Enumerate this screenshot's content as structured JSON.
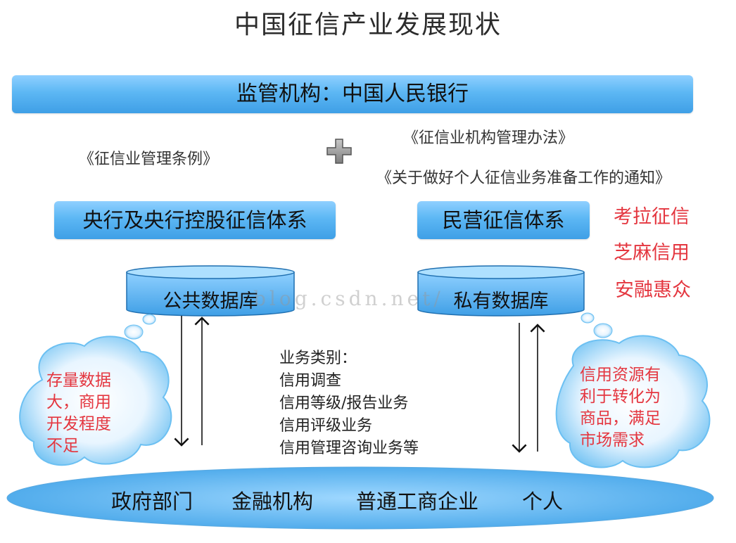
{
  "title": "中国征信产业发展现状",
  "regulator": "监管机构：中国人民银行",
  "documents": {
    "left": "《征信业管理条例》",
    "right_1": "《征信业机构管理办法》",
    "right_2": "《关于做好个人征信业务准备工作的通知》"
  },
  "systems": {
    "central": "央行及央行控股征信体系",
    "private": "民营征信体系"
  },
  "private_companies": [
    "考拉征信",
    "芝麻信用",
    "安融惠众"
  ],
  "databases": {
    "public": "公共数据库",
    "private": "私有数据库"
  },
  "clouds": {
    "left": [
      "存量数据",
      "大，商用",
      "开发程度",
      "不足"
    ],
    "right": [
      "信用资源有",
      "利于转化为",
      "商品，满足",
      "市场需求"
    ]
  },
  "business": {
    "heading": "业务类别：",
    "items": [
      "信用调查",
      "信用等级/报告业务",
      "信用评级业务",
      "信用管理咨询业务等"
    ]
  },
  "users": [
    "政府部门",
    "金融机构",
    "普通工商企业",
    "个人"
  ],
  "watermark": "blog.csdn.net/",
  "colors": {
    "bar_blue": "#5cb7f4",
    "accent_red": "#e4363f",
    "cloud_blue": "#6cc0f2"
  }
}
